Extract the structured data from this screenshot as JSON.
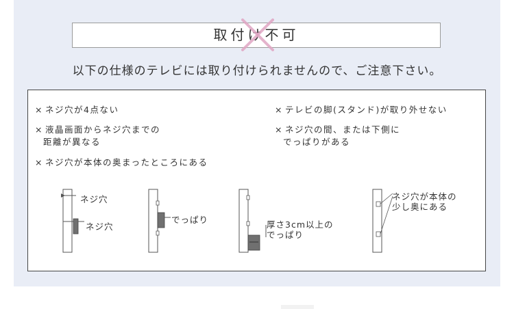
{
  "title": "取付け不可",
  "subtitle": "以下の仕様のテレビには取り付けられませんので、ご注意下さい。",
  "bullet": "×",
  "conditions": [
    {
      "lines": [
        "ネジ穴が4点ない"
      ]
    },
    {
      "lines": [
        "液晶画面からネジ穴までの",
        "距離が異なる"
      ]
    },
    {
      "lines": [
        "ネジ穴が本体の奥まったところにある"
      ]
    },
    {
      "lines": [
        "テレビの脚(スタンド)が取り外せない"
      ]
    },
    {
      "lines": [
        "ネジ穴の間、または下側に",
        "でっぱりがある"
      ]
    }
  ],
  "diagrams": {
    "d1_label_top": "ネジ穴",
    "d1_label_bottom": "ネジ穴",
    "d2_label": "でっぱり",
    "d3_label_1": "厚さ3cm以上の",
    "d3_label_2": "でっぱり",
    "d4_label_1": "ネジ穴が本体の",
    "d4_label_2": "少し奥にある"
  },
  "colors": {
    "panel_bg": "#e9edf6",
    "cross_mark": "#e0a6c4",
    "protrusion": "#707070"
  }
}
